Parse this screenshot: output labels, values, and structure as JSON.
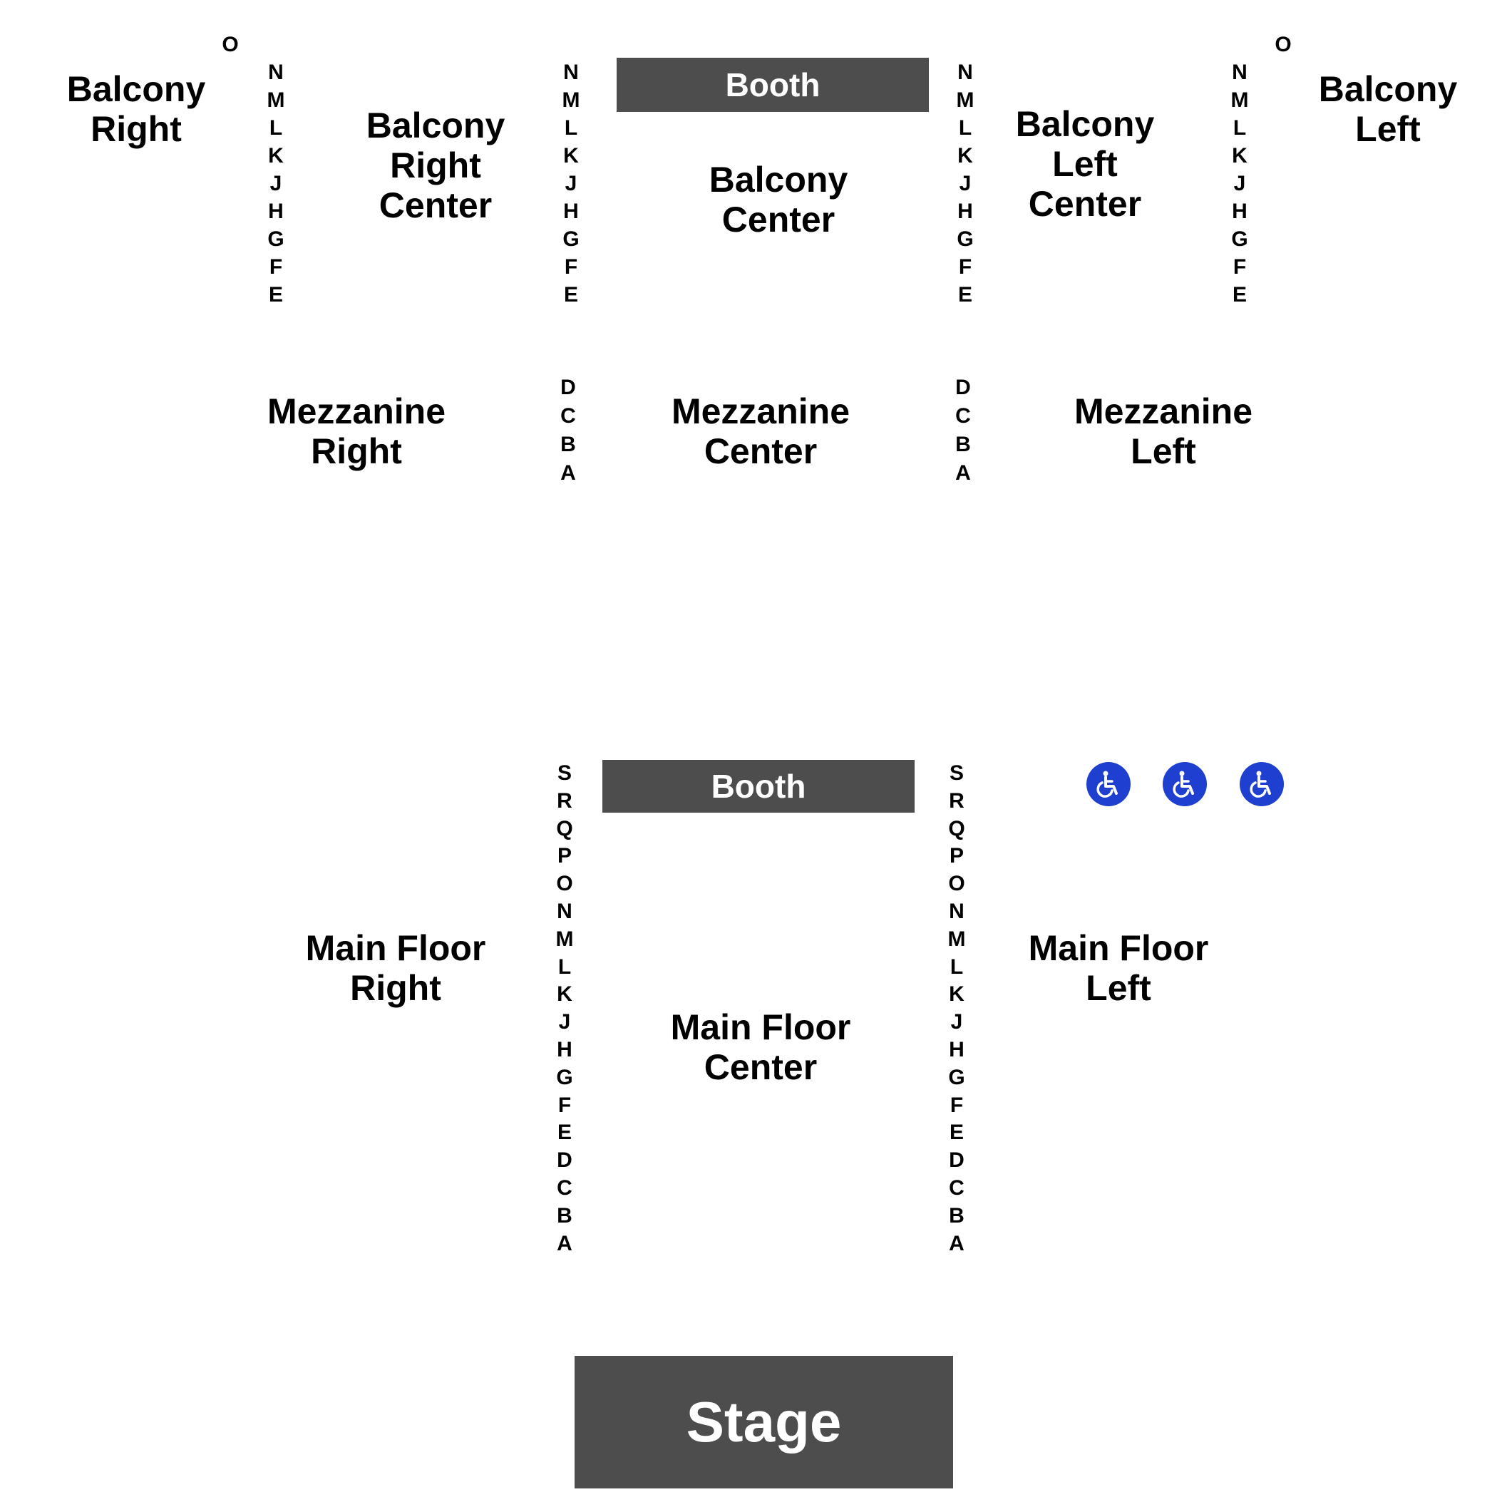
{
  "booth_label": "Booth",
  "stage_label": "Stage",
  "sections": {
    "balcony_right": [
      "Balcony",
      "Right"
    ],
    "balcony_right_center": [
      "Balcony",
      "Right",
      "Center"
    ],
    "balcony_center": [
      "Balcony",
      "Center"
    ],
    "balcony_left_center": [
      "Balcony",
      "Left",
      "Center"
    ],
    "balcony_left": [
      "Balcony",
      "Left"
    ],
    "mezzanine_right": [
      "Mezzanine",
      "Right"
    ],
    "mezzanine_center": [
      "Mezzanine",
      "Center"
    ],
    "mezzanine_left": [
      "Mezzanine",
      "Left"
    ],
    "main_floor_right": [
      "Main Floor",
      "Right"
    ],
    "main_floor_center": [
      "Main Floor",
      "Center"
    ],
    "main_floor_left": [
      "Main Floor",
      "Left"
    ]
  },
  "rows": {
    "balcony_extra": "O",
    "balcony": [
      "N",
      "M",
      "L",
      "K",
      "J",
      "H",
      "G",
      "F",
      "E"
    ],
    "mezzanine": [
      "D",
      "C",
      "B",
      "A"
    ],
    "main_floor": [
      "S",
      "R",
      "Q",
      "P",
      "O",
      "N",
      "M",
      "L",
      "K",
      "J",
      "H",
      "G",
      "F",
      "E",
      "D",
      "C",
      "B",
      "A"
    ]
  },
  "wheelchair_icons": [
    "wheelchair-icon",
    "wheelchair-icon",
    "wheelchair-icon"
  ],
  "colors": {
    "block": "#4d4d4d",
    "accessible": "#1f3fd0",
    "text": "#000000"
  }
}
